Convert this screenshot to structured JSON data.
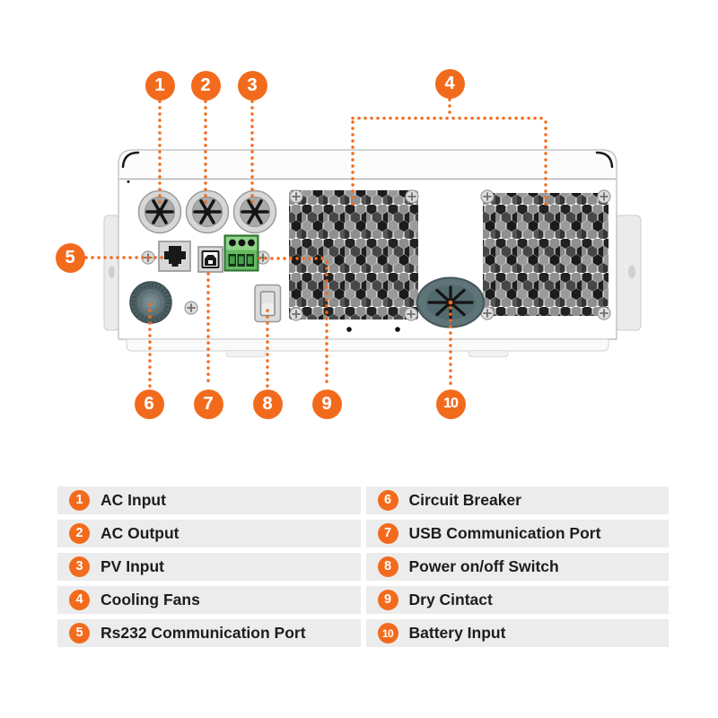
{
  "colors": {
    "accent": "#F26B1D",
    "legend_row_bg": "#ECECEC",
    "text": "#1D1D1B"
  },
  "legend": {
    "left": [
      {
        "num": "1",
        "label": "AC Input"
      },
      {
        "num": "2",
        "label": "AC Output"
      },
      {
        "num": "3",
        "label": "PV Input"
      },
      {
        "num": "4",
        "label": "Cooling Fans"
      },
      {
        "num": "5",
        "label": "Rs232 Communication Port"
      }
    ],
    "right": [
      {
        "num": "6",
        "label": "Circuit Breaker"
      },
      {
        "num": "7",
        "label": "USB Communication Port"
      },
      {
        "num": "8",
        "label": "Power on/off Switch"
      },
      {
        "num": "9",
        "label": "Dry Cintact"
      },
      {
        "num": "10",
        "label": "Battery Input"
      }
    ]
  }
}
